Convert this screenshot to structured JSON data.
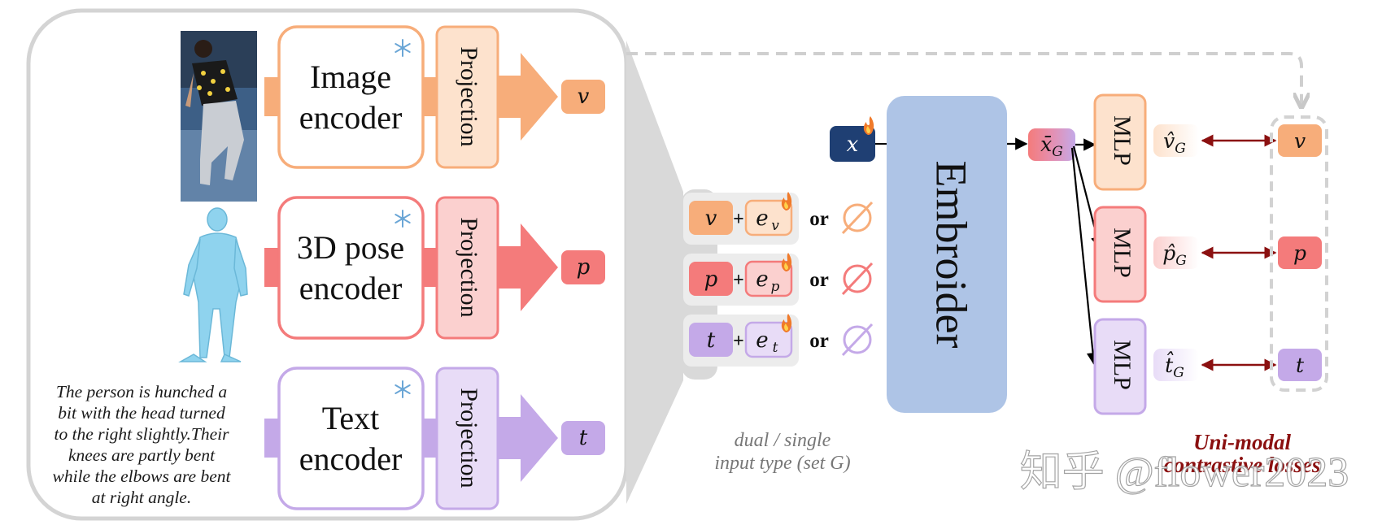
{
  "encoders": [
    {
      "id": "image",
      "line1": "Image",
      "line2": "encoder",
      "projection": "Projection",
      "output": "v",
      "input_icon": "person-photo-icon"
    },
    {
      "id": "pose",
      "line1": "3D pose",
      "line2": "encoder",
      "projection": "Projection",
      "output": "p",
      "input_icon": "3d-human-mesh-icon"
    },
    {
      "id": "text",
      "line1": "Text",
      "line2": "encoder",
      "projection": "Projection",
      "output": "t",
      "input_icon": "text-caption"
    }
  ],
  "caption_lines": [
    "The person is hunched a",
    "bit with the head turned",
    "to the right slightly.Their",
    "knees are partly bent",
    "while the elbows are bent",
    "at right angle."
  ],
  "frozen_icon": "snowflake-icon",
  "trainable_icon": "flame-icon",
  "input_pairs": [
    {
      "token": "v",
      "plus": "+",
      "embed": "e",
      "sub": "v",
      "or": "or"
    },
    {
      "token": "p",
      "plus": "+",
      "embed": "e",
      "sub": "p",
      "or": "or"
    },
    {
      "token": "t",
      "plus": "+",
      "embed": "e",
      "sub": "t",
      "or": "or"
    }
  ],
  "input_caption": [
    "dual / single",
    "input type (set G)"
  ],
  "x_token": "x",
  "embroider_label": "Embroider",
  "xbar_token": {
    "base": "x̄",
    "sub": "G"
  },
  "mlps": [
    "MLP",
    "MLP",
    "MLP"
  ],
  "hat_outputs": [
    {
      "base": "v̂",
      "sub": "G"
    },
    {
      "base": "p̂",
      "sub": "G"
    },
    {
      "base": "t̂",
      "sub": "G"
    }
  ],
  "targets": [
    "v",
    "p",
    "t"
  ],
  "loss_caption": [
    "Uni-modal",
    "contrastive losses"
  ],
  "watermark": "知乎 @flower2023",
  "colors": {
    "image": "#f7ad7a",
    "image_light": "#fde2cd",
    "pose": "#f47b7b",
    "pose_light": "#fbd0cf",
    "text": "#c4a9e8",
    "text_light": "#e8dcf7",
    "embroider": "#aec4e6",
    "x_token": "#1f3f73",
    "loss_arrow": "#8b1010",
    "grey_panel": "#d4d4d4"
  }
}
